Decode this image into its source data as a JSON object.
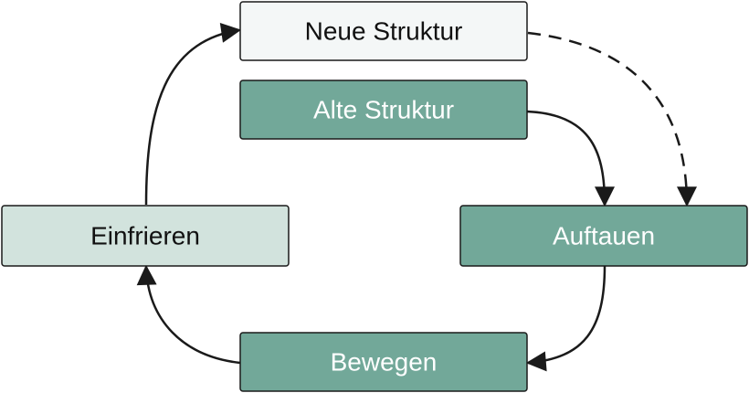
{
  "nodes": {
    "neue_struktur": {
      "label": "Neue Struktur"
    },
    "alte_struktur": {
      "label": "Alte Struktur"
    },
    "einfrieren": {
      "label": "Einfrieren"
    },
    "auftauen": {
      "label": "Auftauen"
    },
    "bewegen": {
      "label": "Bewegen"
    }
  },
  "colors": {
    "teal": "#72a899",
    "light_teal": "#d2e3dd",
    "near_white": "#f4f7f7",
    "stroke": "#1a1a1a",
    "dark_text": "#111111",
    "light_text": "#ffffff"
  },
  "edges": [
    {
      "from": "alte_struktur",
      "to": "auftauen",
      "style": "solid"
    },
    {
      "from": "neue_struktur",
      "to": "auftauen",
      "style": "dashed"
    },
    {
      "from": "auftauen",
      "to": "bewegen",
      "style": "solid"
    },
    {
      "from": "bewegen",
      "to": "einfrieren",
      "style": "solid"
    },
    {
      "from": "einfrieren",
      "to": "neue_struktur",
      "style": "solid"
    }
  ]
}
